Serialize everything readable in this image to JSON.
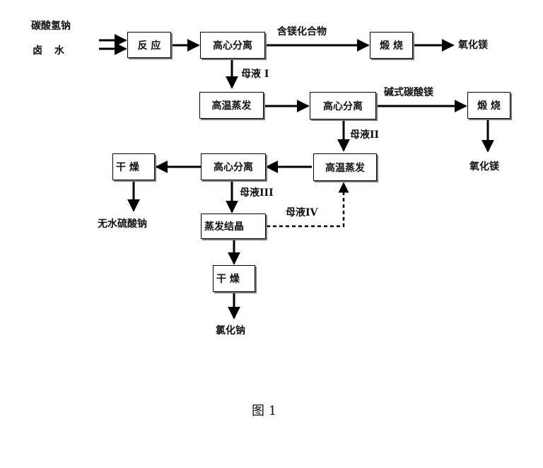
{
  "inputs": {
    "a": "碳酸氢钠",
    "b": "卤 水"
  },
  "boxes": {
    "reaction": "反 应",
    "centrifuge1": "高心分离",
    "calcine1": "煅 烧",
    "evap1": "高温蒸发",
    "centrifuge2": "高心分离",
    "calcine2": "煅 烧",
    "evap2": "高温蒸发",
    "centrifuge3": "高心分离",
    "dry1": "干 燥",
    "crystallize": "蒸发结晶",
    "dry2": "干 燥"
  },
  "labels": {
    "mg_compound": "含镁化合物",
    "mgo1": "氧化镁",
    "mother1": "母液 I",
    "basic_mg_carbonate": "碱式碳酸镁",
    "mother2": "母液II",
    "mgo2": "氧化镁",
    "mother3": "母液III",
    "mother4": "母液IV",
    "na2so4": "无水硫酸钠",
    "nacl": "氯化钠"
  },
  "caption": "图 1"
}
